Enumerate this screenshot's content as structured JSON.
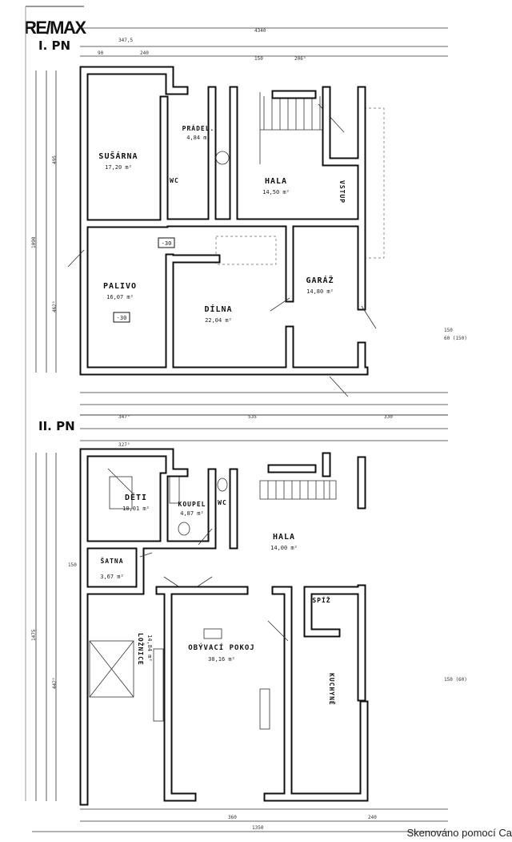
{
  "logo": "RE/MAX",
  "footer": "Skenováno pomocí Ca",
  "floor1": {
    "title": "I. PN",
    "rooms": [
      {
        "name": "SUŠÁRNA",
        "area": "17,20 m²"
      },
      {
        "name": "PRÁDEL.",
        "area": "4,84 m²"
      },
      {
        "name": "HALA",
        "area": "14,50 m²"
      },
      {
        "name": "VSTUP"
      },
      {
        "name": "WC"
      },
      {
        "name": "PALIVO",
        "area": "16,07 m²",
        "tag": "-30"
      },
      {
        "name": "DÍLNA",
        "area": "22,04 m²"
      },
      {
        "name": "GARÁŽ",
        "area": "14,80 m²"
      }
    ],
    "dims": [
      "4340",
      "347,5",
      "90",
      "240",
      "150",
      "206⁵",
      "1090",
      "495",
      "462⁵",
      "150",
      "60 (150)",
      "-30"
    ]
  },
  "floor2": {
    "title": "II. PN",
    "rooms": [
      {
        "name": "DĚTI",
        "area": "10,01 m²"
      },
      {
        "name": "KOUPEL",
        "area": "4,87 m²"
      },
      {
        "name": "WC"
      },
      {
        "name": "HALA",
        "area": "14,00 m²"
      },
      {
        "name": "ŠATNA",
        "area": "3,67 m²"
      },
      {
        "name": "LOŽNICE",
        "area": "14,84 m²"
      },
      {
        "name": "OBÝVACÍ POKOJ",
        "area": "30,16 m²"
      },
      {
        "name": "SPÍŽ"
      },
      {
        "name": "KUCHYNĚ"
      }
    ],
    "dims": [
      "347⁵",
      "535",
      "330",
      "327⁵",
      "1475",
      "442⁵",
      "150",
      "150 (60)",
      "1350",
      "360",
      "240"
    ]
  }
}
